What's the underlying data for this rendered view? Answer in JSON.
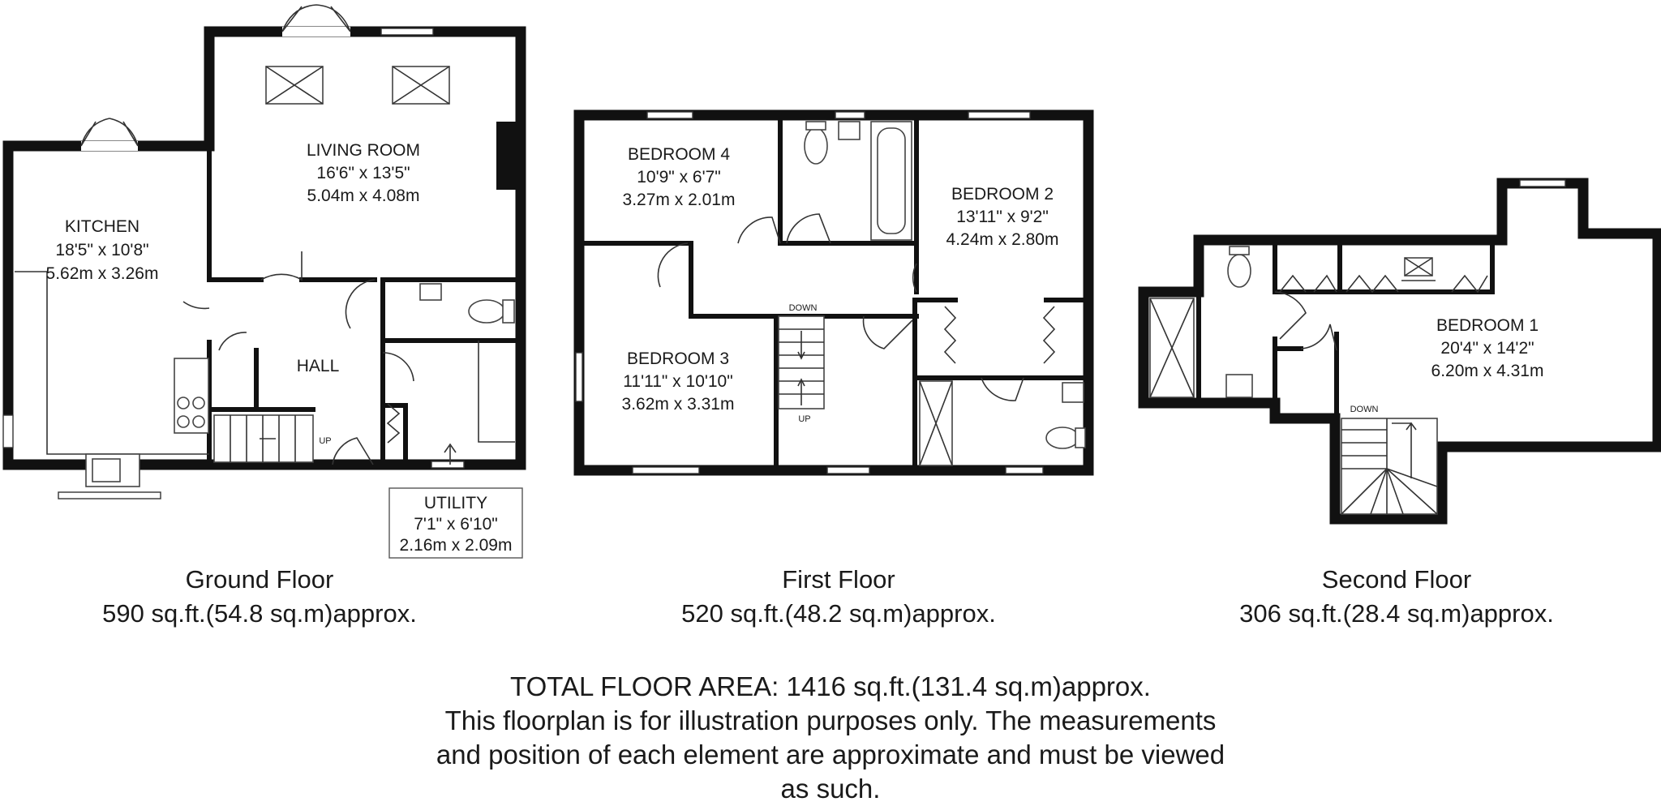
{
  "floors": {
    "ground": {
      "name": "Ground Floor",
      "area": "590 sq.ft.(54.8 sq.m)approx.",
      "rooms": {
        "kitchen": {
          "name": "KITCHEN",
          "imperial": "18'5\" x 10'8\"",
          "metric": "5.62m x 3.26m"
        },
        "living": {
          "name": "LIVING ROOM",
          "imperial": "16'6\" x 13'5\"",
          "metric": "5.04m x 4.08m"
        },
        "hall": {
          "name": "HALL"
        },
        "utility": {
          "name": "UTILITY",
          "imperial": "7'1\" x 6'10\"",
          "metric": "2.16m x 2.09m"
        }
      },
      "stairs_label": "UP"
    },
    "first": {
      "name": "First Floor",
      "area": "520 sq.ft.(48.2 sq.m)approx.",
      "rooms": {
        "bedroom4": {
          "name": "BEDROOM 4",
          "imperial": "10'9\" x 6'7\"",
          "metric": "3.27m x 2.01m"
        },
        "bedroom3": {
          "name": "BEDROOM 3",
          "imperial": "11'11\" x 10'10\"",
          "metric": "3.62m x 3.31m"
        },
        "bedroom2": {
          "name": "BEDROOM 2",
          "imperial": "13'11\" x 9'2\"",
          "metric": "4.24m x 2.80m"
        }
      },
      "stairs_down_label": "DOWN",
      "stairs_up_label": "UP"
    },
    "second": {
      "name": "Second Floor",
      "area": "306 sq.ft.(28.4 sq.m)approx.",
      "rooms": {
        "bedroom1": {
          "name": "BEDROOM 1",
          "imperial": "20'4\" x 14'2\"",
          "metric": "6.20m x 4.31m"
        }
      },
      "stairs_label": "DOWN"
    }
  },
  "footer": {
    "total": "TOTAL FLOOR AREA: 1416 sq.ft.(131.4 sq.m)approx.",
    "disclaimer_1": "This floorplan is for illustration purposes only. The measurements",
    "disclaimer_2": "and position of each element are approximate and must be viewed",
    "disclaimer_3": "as such."
  }
}
